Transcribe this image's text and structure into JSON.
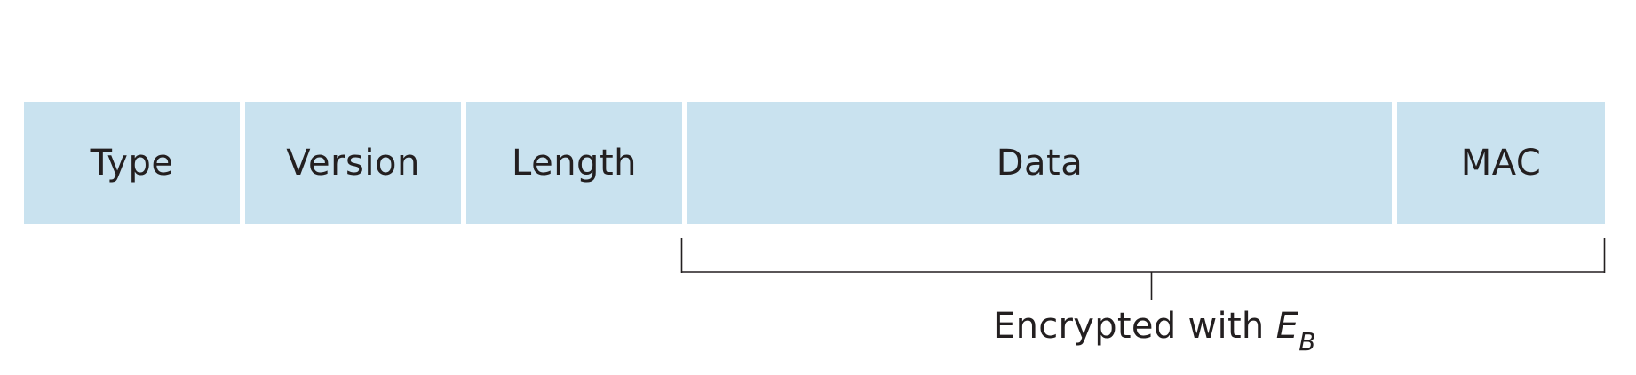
{
  "fields": [
    {
      "key": "type",
      "label": "Type"
    },
    {
      "key": "version",
      "label": "Version"
    },
    {
      "key": "length",
      "label": "Length"
    },
    {
      "key": "data",
      "label": "Data"
    },
    {
      "key": "mac",
      "label": "MAC"
    }
  ],
  "encryption": {
    "label": "Encrypted with ",
    "key_variable": "E",
    "key_subscript": "B"
  },
  "colors": {
    "field_fill": "#c9e2ef",
    "text": "#231f20",
    "bracket_line": "#231f20"
  }
}
